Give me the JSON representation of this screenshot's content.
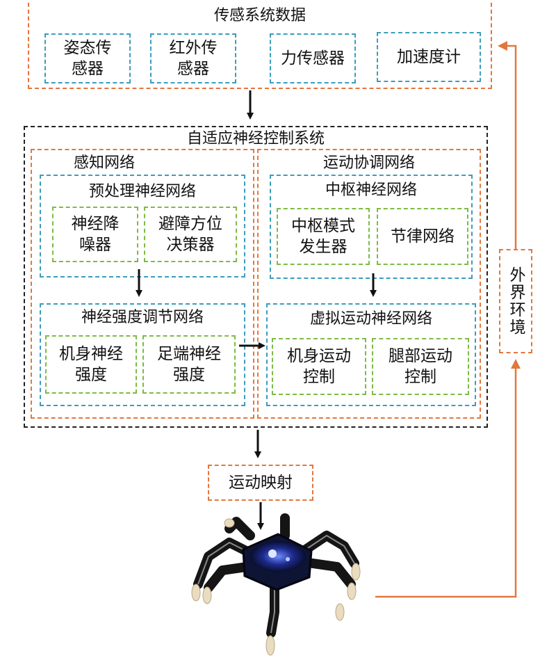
{
  "sensor": {
    "title": "传感系统数据",
    "items": [
      "姿态传\n感器",
      "红外传\n感器",
      "力传感器",
      "加速度计"
    ]
  },
  "adaptive": {
    "title": "自适应神经控制系统",
    "perception": {
      "title": "感知网络",
      "preprocess": {
        "title": "预处理神经网络",
        "items": [
          "神经降\n噪器",
          "避障方位\n决策器"
        ]
      },
      "intensity": {
        "title": "神经强度调节网络",
        "items": [
          "机身神经\n强度",
          "足端神经\n强度"
        ]
      }
    },
    "motion": {
      "title": "运动协调网络",
      "central": {
        "title": "中枢神经网络",
        "items": [
          "中枢模式\n发生器",
          "节律网络"
        ]
      },
      "virtual": {
        "title": "虚拟运动神经网络",
        "items": [
          "机身运动\n控制",
          "腿部运动\n控制"
        ]
      }
    }
  },
  "mapping": "运动映射",
  "environment": "外界环境",
  "colors": {
    "orange": "#e2773e",
    "blue": "#3b9dbd",
    "green": "#7dbb44",
    "black": "#222222"
  }
}
